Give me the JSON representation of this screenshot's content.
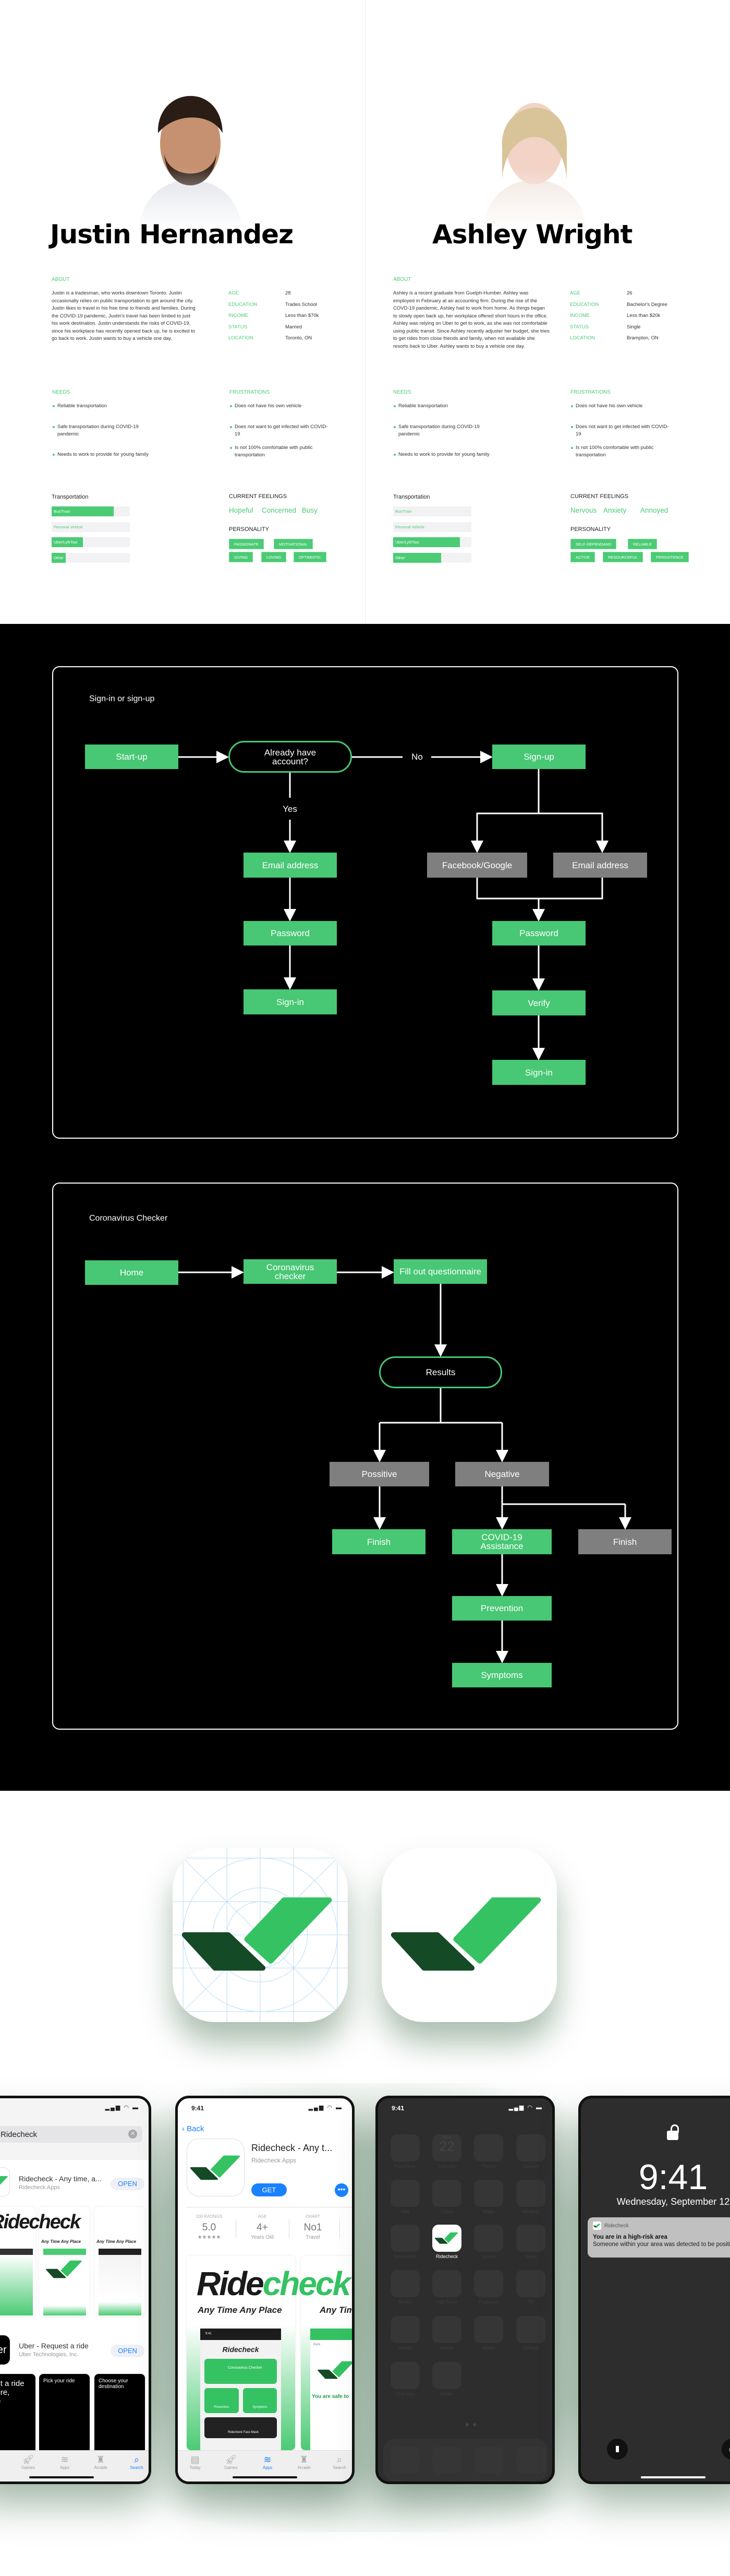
{
  "personas": [
    {
      "name": "Justin Hernandez",
      "about_label": "ABOUT",
      "about": "Justin is a tradesman, who works downtown Toronto. Justin occasionally relies on public transportation to get around the city. Justin likes to travel in his free time to friends and families. During the COVID-19 pandemic, Justin's travel has been limited to just his work destination. Justin understands the risks of COVID-19, since his workplace has recently opened back up, he is excited to go back to work. Justin wants to buy a vehicle one day.",
      "attributes": [
        {
          "label": "AGE",
          "value": "28"
        },
        {
          "label": "EDUCATION",
          "value": "Trades School"
        },
        {
          "label": "INCOME",
          "value": "Less than $70k"
        },
        {
          "label": "STATUS",
          "value": "Married"
        },
        {
          "label": "LOCATION",
          "value": "Toronto, ON"
        }
      ],
      "needs_label": "NEEDS",
      "needs": [
        "Reliable transportation",
        "Safe transportation during COVID-19 pandemic",
        "Needs to work to provide for young family"
      ],
      "frustrations_label": "FRUSTRATIONS",
      "frustrations": [
        "Does not have his own vehicle",
        "Does not want to get infected with COVID-19",
        "Is not 100% comfortable with public transportation"
      ],
      "transport_label": "Transportation",
      "transport": [
        {
          "label": "Bus/Train",
          "fill": 0.79
        },
        {
          "label": "Personal Vehicle",
          "fill": 0
        },
        {
          "label": "Uber/Lyft/Taxi",
          "fill": 0.4
        },
        {
          "label": "Other",
          "fill": 0.18
        }
      ],
      "feelings_label": "CURRENT FEELINGS",
      "feelings": [
        "Hopeful",
        "Concerned",
        "Busy"
      ],
      "personality_label": "PERSONALITY",
      "personality": [
        [
          "PASSIONATE",
          "MOTIVATIONAL"
        ],
        [
          "GIVING",
          "LOVING",
          "OPTIMISTIC"
        ]
      ]
    },
    {
      "name": "Ashley Wright",
      "about_label": "ABOUT",
      "about": "Ashley is a recent graduate from Guelph-Humber. Ashley was employed in February at an accounting firm. During the rise of the COVD-19 pandemic, Ashley had to work from home. As things began to slowly open back up, her workplace offered short hours in the office. Ashley was relying on Uber to get to work, as she was not comfortable using public transit. Since Ashley recently adjuster her budget, she tries to get rides from close friends and family, when not available she resorts back to Uber. Ashley wants to buy a vehicle one day.",
      "attributes": [
        {
          "label": "AGE",
          "value": "26"
        },
        {
          "label": "EDUCATION",
          "value": "Bachelor's Degree"
        },
        {
          "label": "INCOME",
          "value": "Less than $20k"
        },
        {
          "label": "STATUS",
          "value": "Single"
        },
        {
          "label": "LOCATION",
          "value": "Brampton, ON"
        }
      ],
      "needs_label": "NEEDS",
      "needs": [
        "Reliable transportation",
        "Safe transportation during COVID-19 pandemic",
        "Needs to work to provide for young family"
      ],
      "frustrations_label": "FRUSTRATIONS",
      "frustrations": [
        "Does not have his own vehicle",
        "Does not want to get infected with COVID-19",
        "Is not 100% comfortable with public transportation"
      ],
      "transport_label": "Transportation",
      "transport": [
        {
          "label": "Bus/Train",
          "fill": 0
        },
        {
          "label": "Personal Vehicle",
          "fill": 0
        },
        {
          "label": "Uber/Lyft/Taxi",
          "fill": 0.85
        },
        {
          "label": "Other",
          "fill": 0.61
        }
      ],
      "feelings_label": "CURRENT FEELINGS",
      "feelings": [
        "Nervous",
        "Anxiety",
        "Annoyed"
      ],
      "personality_label": "PERSONALITY",
      "personality": [
        [
          "SELF-DEPENDAND",
          "RELIABLE"
        ],
        [
          "ACTIVE",
          "RESOURCEFUL",
          "PERSISTENCE"
        ]
      ]
    }
  ],
  "flow_signin": {
    "title": "Sign-in or sign-up",
    "start": "Start-up",
    "decision": "Already have account?",
    "no": "No",
    "yes": "Yes",
    "signup": "Sign-up",
    "email_left": "Email address",
    "password_left": "Password",
    "signin_left": "Sign-in",
    "social": "Facebook/Google",
    "email_right": "Email address",
    "password_right": "Password",
    "verify": "Verify",
    "signin_right": "Sign-in"
  },
  "flow_checker": {
    "title": "Coronavirus Checker",
    "home": "Home",
    "checker": "Coronavirus checker",
    "questionnaire": "Fill out questionnaire",
    "results": "Results",
    "positive": "Possitive",
    "negative": "Negative",
    "finish_left": "Finish",
    "assistance": "COVID-19 Assistance",
    "finish_right": "Finish",
    "prevention": "Prevention",
    "symptoms": "Symptoms"
  },
  "colors": {
    "accent": "#4bcb74",
    "flow_green": "#48c774",
    "flow_gray": "#7f7f7f",
    "icon_dark": "#154a26",
    "icon_light": "#35c263",
    "ios_blue": "#1a82ff"
  },
  "search_phone": {
    "query": "Ridecheck",
    "results": [
      {
        "title": "Ridecheck - Any time, a...",
        "developer": "Ridecheck Apps",
        "button": "OPEN"
      },
      {
        "title": "Uber - Request a ride",
        "developer": "Uber Technologies, Inc.",
        "button": "OPEN"
      }
    ],
    "wordmark": "Ridecheck",
    "tagline": "Any Time Any Place",
    "uber_shots": [
      "Request a ride anywhere, anytime",
      "Pick your ride",
      "Choose your destination"
    ],
    "uber_logo": "Uber",
    "tabs": [
      "Games",
      "Apps",
      "Arcade",
      "Search"
    ]
  },
  "detail_phone": {
    "time": "9:41",
    "back": "Back",
    "title": "Ridecheck - Any t...",
    "developer": "Ridecheck Apps",
    "get": "GET",
    "stats": [
      {
        "label": "100 RATINGS",
        "value": "5.0",
        "sub": "★★★★★"
      },
      {
        "label": "AGE",
        "value": "4+",
        "sub": "Years Old"
      },
      {
        "label": "CHART",
        "value": "No1",
        "sub": "Travel"
      },
      {
        "label": "DE",
        "value": "",
        "sub": "Ri"
      }
    ],
    "wordmark_dark": "Ride",
    "wordmark_green": "check",
    "tagline": "Any Time Any Place",
    "mock": {
      "time": "9:41",
      "logo": "Ridecheck",
      "card": "Coronavirus Checker",
      "prevention": "Prevention",
      "symptoms": "Symptoms",
      "mask": "Ridecheck Face Mask",
      "back": "Back",
      "safe": "You are safe to"
    },
    "tabs": [
      "Today",
      "Games",
      "Apps",
      "Arcade",
      "Search"
    ]
  },
  "home_phone": {
    "time": "9:41",
    "calendar_day": "MON",
    "calendar_date": "22",
    "apps": [
      "FaceTime",
      "Calendar",
      "Photos",
      "Camera",
      "Mail",
      "Clock",
      "Maps",
      "Weather",
      "Reminders",
      "Ridecheck",
      "Stocks",
      "News",
      "Books",
      "App Store",
      "Podcasts",
      "TV",
      "Health",
      "Home",
      "Wallet",
      "Settings",
      "Your App",
      "Folder"
    ]
  },
  "lock_phone": {
    "time": "9:41",
    "date": "Wednesday, September 12",
    "notification": {
      "app": "Ridecheck",
      "title": "You are in a high-risk area",
      "body": "Someone within your area was detected to be positive"
    }
  }
}
